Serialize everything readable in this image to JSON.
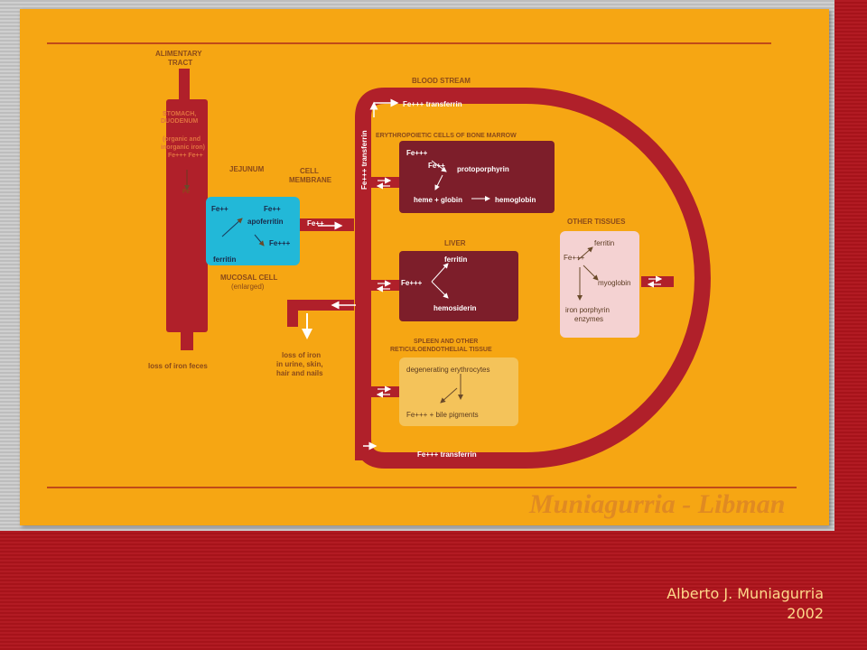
{
  "diagram": {
    "alimentary_tract": {
      "line1": "ALIMENTARY",
      "line2": "TRACT"
    },
    "stomach": {
      "line1": "STOMACH,",
      "line2": "DUODENUM",
      "line3": "(organic and",
      "line4": "inorganic iron)",
      "line5": "Fe+++ Fe++"
    },
    "jejunum": "JEJUNUM",
    "fe_label": "Fe",
    "cell_membrane": {
      "line1": "CELL",
      "line2": "MEMBRANE"
    },
    "mucosal_cell": {
      "fe_top": "Fe++",
      "fe_right": "Fe++",
      "apoferritin": "apoferritin",
      "fe_mid": "Fe+++",
      "ferritin": "ferritin",
      "caption1": "MUCOSAL CELL",
      "caption2": "(enlarged)"
    },
    "fe_plus_plus": "Fe++",
    "loss_feces": "loss of iron feces",
    "loss_urine": {
      "line1": "loss of iron",
      "line2": "in urine, skin,",
      "line3": "hair and nails"
    },
    "blood_stream": "BLOOD STREAM",
    "transferrin_top": "Fe+++ transferrin",
    "transferrin_vertical": "Fe+++ transferrin",
    "transferrin_bottom": "Fe+++ transferrin",
    "erythropoietic": {
      "title": "ERYTHROPOIETIC CELLS OF BONE MARROW",
      "fe3": "Fe+++",
      "fe2": "Fe++",
      "protoporphyrin": "protoporphyrin",
      "heme_globin": "heme + globin",
      "hemoglobin": "hemoglobin"
    },
    "liver": {
      "title": "LIVER",
      "fe3": "Fe+++",
      "ferritin": "ferritin",
      "hemosiderin": "hemosiderin"
    },
    "other_tissues": {
      "title": "OTHER TISSUES",
      "ferritin": "ferritin",
      "fe3": "Fe+++",
      "myoglobin": "myoglobin",
      "iron_porphyrin": "iron porphyrin",
      "enzymes": "enzymes"
    },
    "spleen": {
      "title1": "SPLEEN AND OTHER",
      "title2": "RETICULOENDOTHELIAL TISSUE",
      "degenerating": "degenerating erythrocytes",
      "fe_bile": "Fe+++ + bile pigments"
    }
  },
  "signature": "Muniagurria - Libman",
  "credit": {
    "name": "Alberto J. Muniagurria",
    "year": "2002"
  },
  "colors": {
    "slide": "#f6a613",
    "vessel": "#b0202a",
    "mucosal": "#22b8d8",
    "box_dark": "#7d1e2a",
    "other_tissue_box": "#f4d2d2",
    "spleen_box": "#f4c35a",
    "frame": "#b0141c"
  }
}
